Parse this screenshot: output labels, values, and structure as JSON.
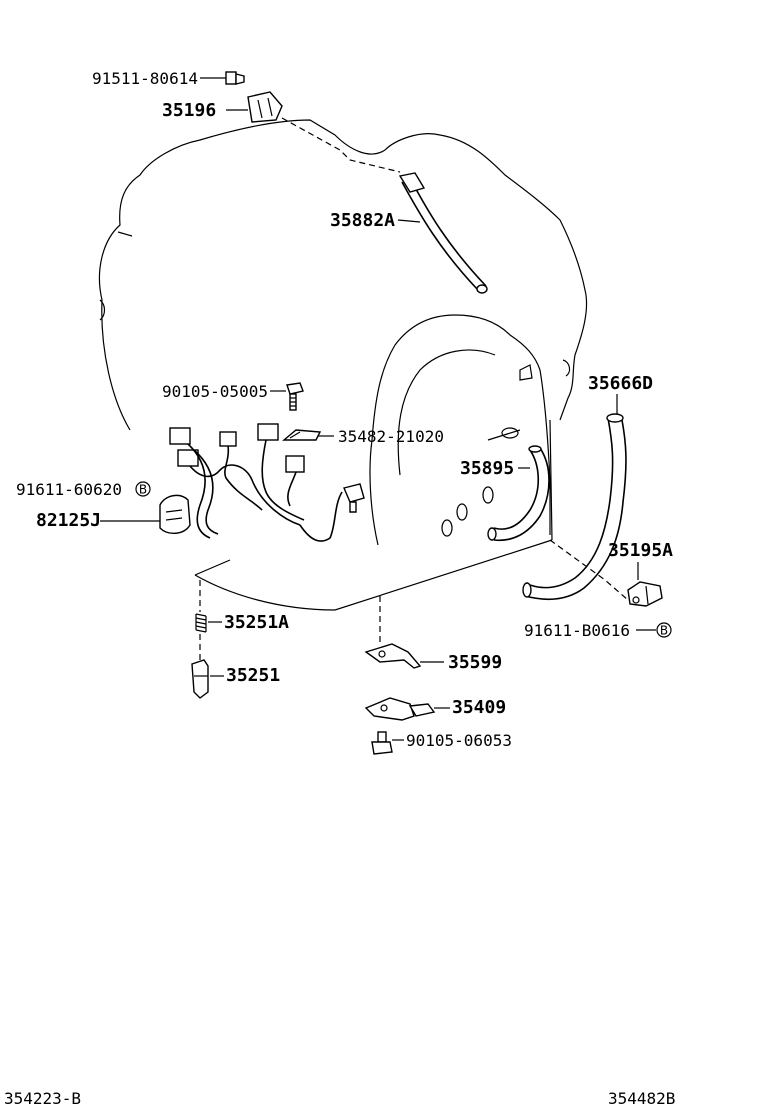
{
  "parts": {
    "bolt_91511": "91511-80614",
    "bracket_35196": "35196",
    "hose_35882a": "35882A",
    "bolt_90105_05005": "90105-05005",
    "clamp_35482": "35482-21020",
    "bolt_91611_60620": "91611-60620",
    "harness_82125j": "82125J",
    "hose_35666d": "35666D",
    "hose_35895": "35895",
    "bracket_35195a": "35195A",
    "bolt_91611_b0616": "91611-B0616",
    "spring_35251a": "35251A",
    "pin_35251": "35251",
    "plate_35599": "35599",
    "plate_35409": "35409",
    "bolt_90105_06053": "90105-06053"
  },
  "callouts": {
    "b_left": "B",
    "b_right": "B"
  },
  "footer": {
    "left_code": "354223-B",
    "right_code": "354482B"
  }
}
